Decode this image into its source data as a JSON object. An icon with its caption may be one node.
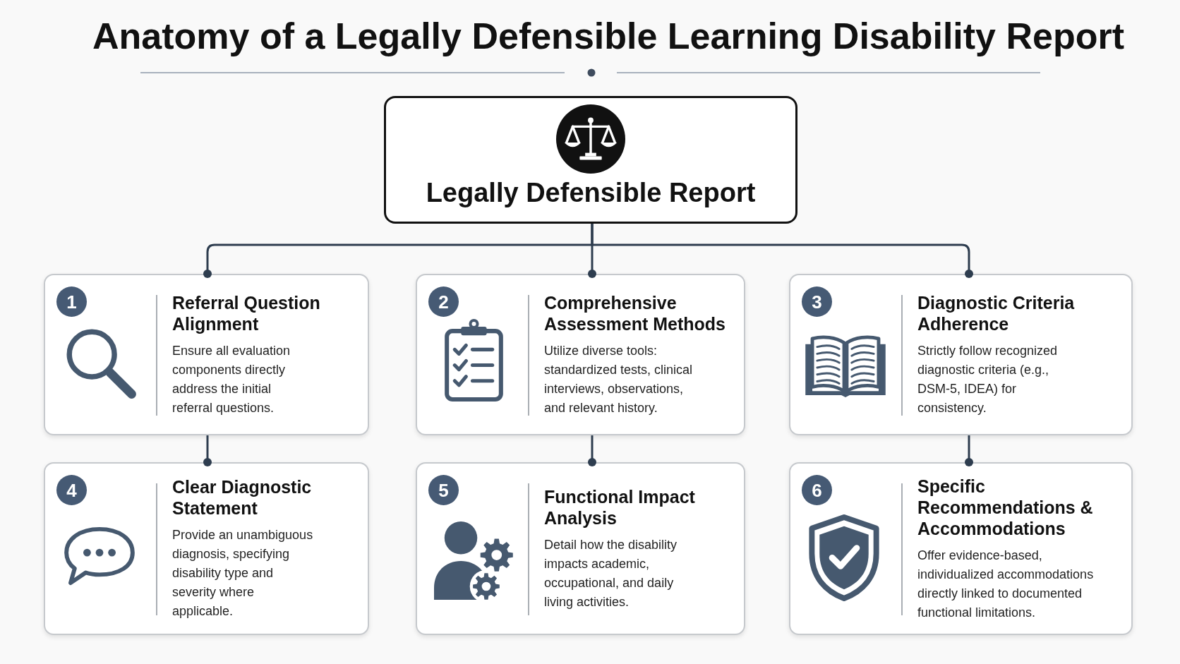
{
  "diagram": {
    "title": "Anatomy of a Legally Defensible Learning Disability Report",
    "nodes": [
      {
        "text": [
          "Legally Defensible Report"
        ]
      },
      {
        "text": [
          "1",
          "Referral Question Alignment",
          "Ensure all evaluation components directly address the initial referral questions."
        ]
      },
      {
        "text": [
          "2",
          "Comprehensive Assessment Methods",
          "Utilize diverse tools: standardized tests, clinical interviews, observations, and relevant history."
        ]
      },
      {
        "text": [
          "3",
          "Diagnostic Criteria Adherence",
          "Strictly follow recognized diagnostic criteria (e.g., DSM-5, IDEA) for consistency."
        ]
      },
      {
        "text": [
          "4",
          "Clear Diagnostic Statement",
          "Provide an unambiguous diagnosis, specifying disability type and severity where applicable."
        ]
      },
      {
        "text": [
          "5",
          "Functional Impact Analysis",
          "Detail how the disability impacts academic, occupational, and daily living activities."
        ]
      },
      {
        "text": [
          "6",
          "Specific Recommendations & Accommodations",
          "Offer evidence-based, individualized accommodations directly linked to documented functional limitations."
        ]
      }
    ],
    "edges": [
      {
        "from": 0,
        "to": 1,
        "arrow": "other"
      },
      {
        "from": 0,
        "to": 2,
        "arrow": "other"
      },
      {
        "from": 0,
        "to": 3,
        "arrow": "other"
      },
      {
        "from": 1,
        "to": 4,
        "arrow": "other"
      },
      {
        "from": 2,
        "to": 5,
        "arrow": "other"
      },
      {
        "from": 3,
        "to": 6,
        "arrow": "other"
      }
    ]
  }
}
